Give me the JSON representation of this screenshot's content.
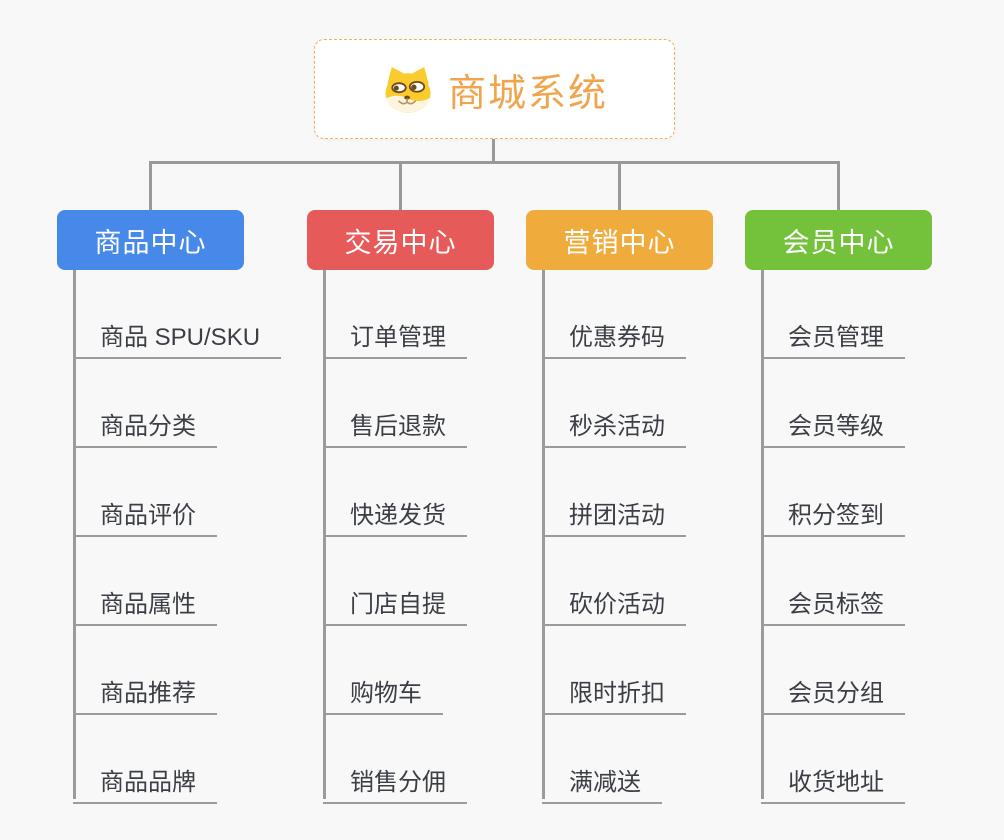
{
  "page": {
    "background_color": "#f8f8f8",
    "connector_color": "#999999",
    "leaf_text_color": "#3b3f45"
  },
  "root": {
    "title": "商城系统",
    "icon": "shiba-dog-icon",
    "text_color": "#f0a54d",
    "border_color": "#ecb25d",
    "background_color": "#ffffff"
  },
  "branches": [
    {
      "label": "商品中心",
      "color": "#4789e8",
      "children": [
        "商品 SPU/SKU",
        "商品分类",
        "商品评价",
        "商品属性",
        "商品推荐",
        "商品品牌"
      ]
    },
    {
      "label": "交易中心",
      "color": "#e65a5a",
      "children": [
        "订单管理",
        "售后退款",
        "快递发货",
        "门店自提",
        "购物车",
        "销售分佣"
      ]
    },
    {
      "label": "营销中心",
      "color": "#efac3c",
      "children": [
        "优惠券码",
        "秒杀活动",
        "拼团活动",
        "砍价活动",
        "限时折扣",
        "满减送"
      ]
    },
    {
      "label": "会员中心",
      "color": "#74c13c",
      "children": [
        "会员管理",
        "会员等级",
        "积分签到",
        "会员标签",
        "会员分组",
        "收货地址"
      ]
    }
  ]
}
